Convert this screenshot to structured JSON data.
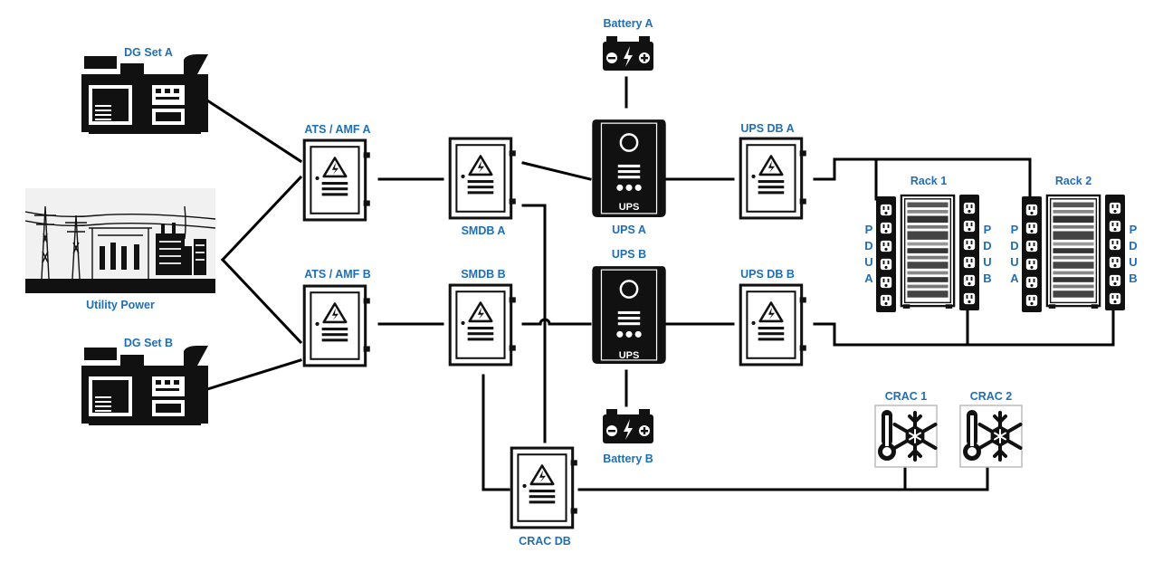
{
  "colors": {
    "label": "#1f6fb5",
    "line": "#000000",
    "icon": "#111111"
  },
  "labels": {
    "dg_a": "DG Set A",
    "dg_b": "DG Set B",
    "utility": "Utility Power",
    "ats_a": "ATS / AMF A",
    "ats_b": "ATS / AMF B",
    "smdb_a": "SMDB A",
    "smdb_b": "SMDB B",
    "battery_a": "Battery A",
    "battery_b": "Battery B",
    "ups_a": "UPS A",
    "ups_b": "UPS B",
    "ups_db_a": "UPS DB A",
    "ups_db_b": "UPS DB B",
    "rack_1": "Rack 1",
    "rack_2": "Rack 2",
    "crac_1": "CRAC 1",
    "crac_2": "CRAC 2",
    "crac_db": "CRAC DB"
  },
  "pdu": {
    "a_letters": [
      "P",
      "D",
      "U",
      "A"
    ],
    "b_letters": [
      "P",
      "D",
      "U",
      "B"
    ]
  },
  "device_text": {
    "ups_face": "UPS"
  },
  "icons": {
    "generator": "generator-icon",
    "utility": "power-substation-icon",
    "panel": "electrical-panel-icon",
    "battery": "battery-icon",
    "ups": "ups-icon",
    "rack": "server-rack-icon",
    "pdu": "pdu-icon",
    "crac": "thermometer-snowflake-icon"
  }
}
